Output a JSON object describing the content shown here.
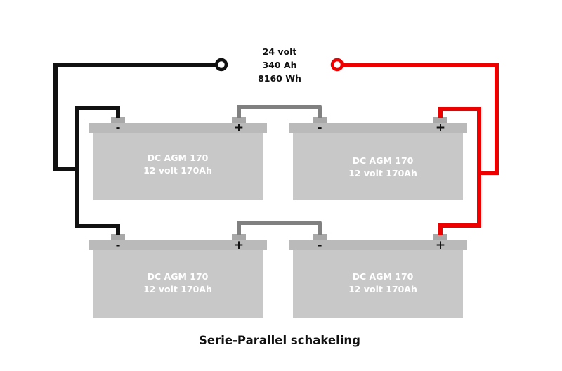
{
  "system": {
    "voltage": "24 volt",
    "capacity": "340 Ah",
    "energy": "8160 Wh"
  },
  "batteries": [
    {
      "model": "DC AGM 170",
      "spec": "12 volt 170Ah"
    },
    {
      "model": "DC AGM 170",
      "spec": "12 volt 170Ah"
    },
    {
      "model": "DC AGM 170",
      "spec": "12 volt 170Ah"
    },
    {
      "model": "DC AGM 170",
      "spec": "12 volt 170Ah"
    }
  ],
  "terminals": {
    "negative": "-",
    "positive": "+"
  },
  "title": "Serie-Parallel schakeling",
  "colors": {
    "battery_body": "#c8c8c8",
    "battery_lid": "#bababa",
    "terminal": "#a8a8a8",
    "negative_wire": "#111111",
    "positive_wire": "#ee0000",
    "link_wire": "#808080"
  }
}
